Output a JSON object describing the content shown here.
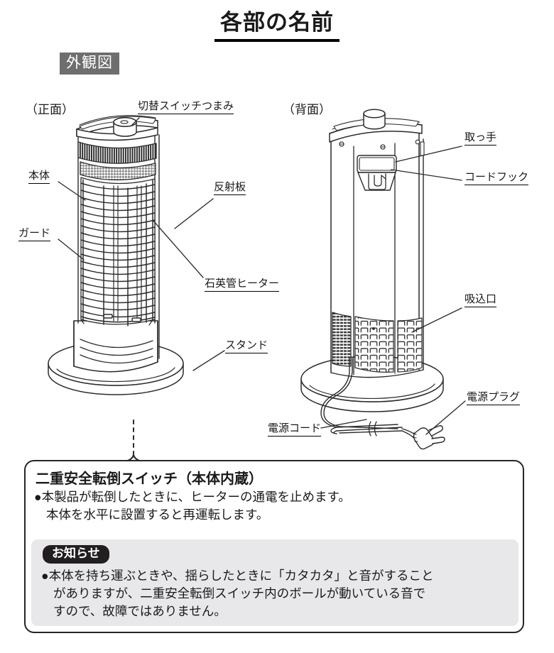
{
  "page": {
    "title": "各部の名前",
    "section_badge": "外観図"
  },
  "views": {
    "front_caption": "（正面）",
    "back_caption": "（背面）"
  },
  "front_labels": [
    {
      "id": "switch-knob",
      "text": "切替スイッチつまみ"
    },
    {
      "id": "body",
      "text": "本体"
    },
    {
      "id": "guard",
      "text": "ガード"
    },
    {
      "id": "reflector",
      "text": "反射板"
    },
    {
      "id": "quartz-heater",
      "text": "石英管ヒーター"
    },
    {
      "id": "stand",
      "text": "スタンド"
    }
  ],
  "back_labels": [
    {
      "id": "handle",
      "text": "取っ手"
    },
    {
      "id": "cord-hook",
      "text": "コードフック"
    },
    {
      "id": "air-intake",
      "text": "吸込口"
    },
    {
      "id": "power-plug",
      "text": "電源プラグ"
    },
    {
      "id": "power-cord",
      "text": "電源コード"
    }
  ],
  "callout": {
    "title": "二重安全転倒スイッチ（本体内蔵）",
    "line1": "●本製品が転倒したときに、ヒーターの通電を止めます。",
    "line2": "本体を水平に設置すると再運転します。",
    "notice": {
      "tag": "お知らせ",
      "line1": "●本体を持ち運ぶときや、揺らしたときに「カタカタ」と音がすること",
      "line2": "がありますが、二重安全転倒スイッチ内のボールが動いている音で",
      "line3": "すので、故障ではありません。"
    }
  },
  "colors": {
    "ink": "#1a1a1a",
    "badge_bg": "#6e6e6e",
    "notice_bg": "#e8e8ea",
    "tag_bg": "#231f20",
    "line": "#2b2b2b"
  }
}
